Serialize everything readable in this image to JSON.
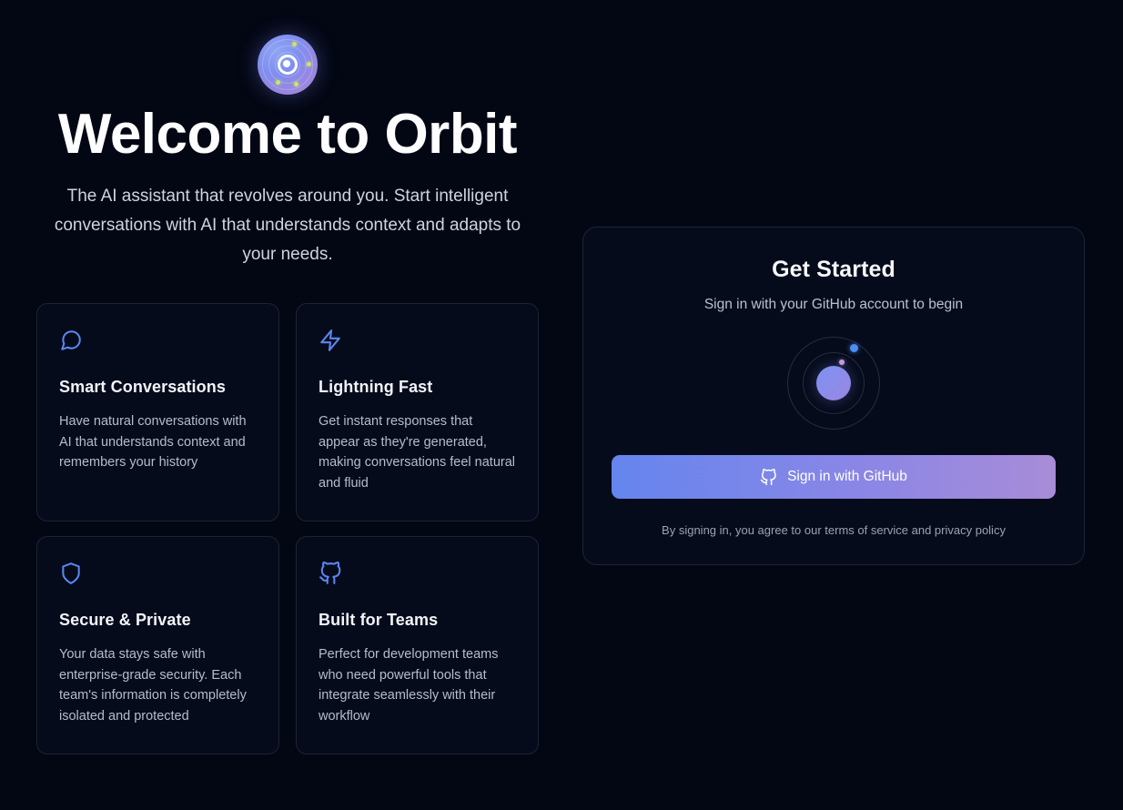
{
  "colors": {
    "page_background": "#030714",
    "card_background": "#060B1B",
    "card_border": "#1d2336",
    "icon_accent": "#5b86f0",
    "button_gradient_start": "#6585ee",
    "button_gradient_end": "#a88cd8",
    "logo_gradient_start": "#7f8ef0",
    "logo_gradient_end": "#a98fd6",
    "satellite_blue": "#4e8cf5",
    "satellite_pink": "#c89ae0",
    "logo_spark": "#cfe26a"
  },
  "hero": {
    "logo_icon": "orbit-logo-icon",
    "title": "Welcome to Orbit",
    "subtitle": "The AI assistant that revolves around you. Start intelligent conversations with AI that understands context and adapts to your needs."
  },
  "features": [
    {
      "icon": "message-circle-icon",
      "title": "Smart Conversations",
      "description": "Have natural conversations with AI that understands context and remembers your history"
    },
    {
      "icon": "lightning-bolt-icon",
      "title": "Lightning Fast",
      "description": "Get instant responses that appear as they're generated, making conversations feel natural and fluid"
    },
    {
      "icon": "shield-icon",
      "title": "Secure & Private",
      "description": "Your data stays safe with enterprise-grade security. Each team's information is completely isolated and protected"
    },
    {
      "icon": "github-icon",
      "title": "Built for Teams",
      "description": "Perfect for development teams who need powerful tools that integrate seamlessly with their workflow"
    }
  ],
  "auth": {
    "title": "Get Started",
    "subtitle": "Sign in with your GitHub account to begin",
    "orbit_graphic": "orbit-animation-icon",
    "signin_button_label": "Sign in with GitHub",
    "signin_button_icon": "github-icon",
    "legal_text": "By signing in, you agree to our terms of service and privacy policy"
  }
}
